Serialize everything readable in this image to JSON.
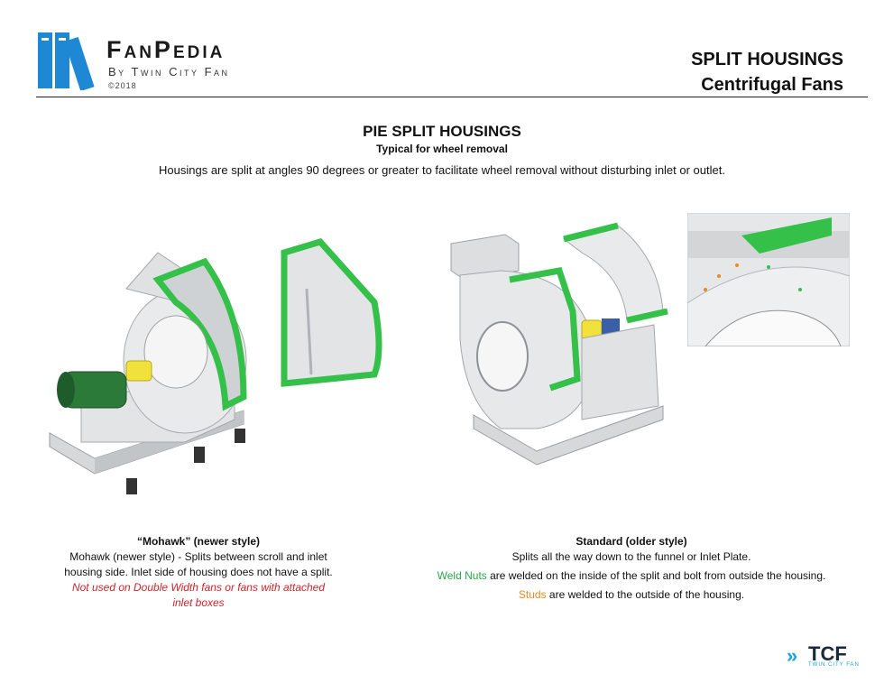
{
  "brand": {
    "name": "FanPedia",
    "subtitle": "By Twin City Fan",
    "year": "©2018",
    "colors": {
      "book_blue": "#1e88d4",
      "accent_green": "#35c04a"
    }
  },
  "header": {
    "line1": "SPLIT HOUSINGS",
    "line2": "Centrifugal Fans"
  },
  "section": {
    "title": "PIE SPLIT HOUSINGS",
    "subtitle": "Typical for wheel removal",
    "description": "Housings are split at angles 90 degrees or greater to facilitate wheel removal without disturbing inlet or outlet."
  },
  "left_caption": {
    "heading": "“Mohawk” (newer style)",
    "line1": "Mohawk (newer style) - Splits between scroll and inlet",
    "line2": "housing side. Inlet side of housing does not have a split.",
    "warning1": "Not used on Double Width fans or fans with attached",
    "warning2": "inlet boxes"
  },
  "right_caption": {
    "heading": "Standard (older style)",
    "line1": "Splits all the way down to the funnel or Inlet Plate.",
    "weld_label": "Weld Nuts",
    "weld_rest": " are welded on the inside of the split and bolt from outside the housing.",
    "studs_label": "Studs",
    "studs_rest": " are welded to the outside of the housing."
  },
  "footer_logo": {
    "mark": "»",
    "text": "TCF",
    "sub": "TWIN CITY FAN"
  }
}
